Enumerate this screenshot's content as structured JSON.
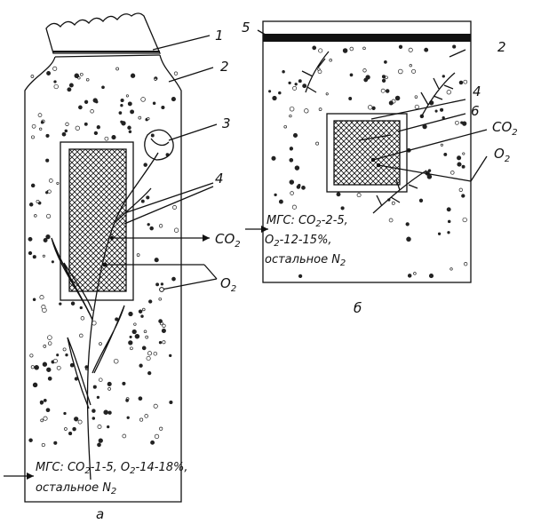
{
  "labels": {
    "n1": "1",
    "n2_left": "2",
    "n3": "3",
    "n4_left": "4",
    "n5": "5",
    "n2_right": "2",
    "n4_right": "4",
    "n6": "6",
    "co2": "CO",
    "o2": "O",
    "sub2": "2",
    "panel_a": "а",
    "panel_b": "б"
  },
  "captions": {
    "left_line1_a": "МГС: CO",
    "left_line1_b": "-1-5, O",
    "left_line1_c": "-14-18%,",
    "left_line2_a": "остальное N",
    "right_line1_a": "МГС: CO",
    "right_line1_b": "-2-5,",
    "right_line2_a": "O",
    "right_line2_b": "-12-15%,",
    "right_line3_a": "остальное N"
  }
}
